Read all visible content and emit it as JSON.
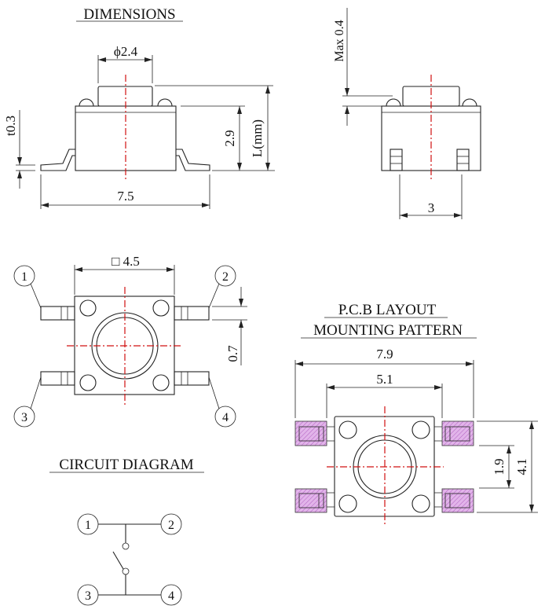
{
  "titles": {
    "dimensions": "DIMENSIONS",
    "circuit": "CIRCUIT DIAGRAM",
    "pcb_line1": "P.C.B  LAYOUT",
    "pcb_line2": "MOUNTING PATTERN"
  },
  "side_view": {
    "plunger_diameter": "ϕ2.4",
    "body_height": "2.9",
    "total_height": "L(mm)",
    "lead_thickness": "t0.3",
    "overall_width": "7.5"
  },
  "end_view": {
    "max_offset": "Max 0.4",
    "lead_spacing": "3"
  },
  "top_view": {
    "body_size": "□ 4.5",
    "lead_width": "0.7",
    "pins": [
      "1",
      "2",
      "3",
      "4"
    ]
  },
  "circuit": {
    "pins": [
      "1",
      "2",
      "3",
      "4"
    ]
  },
  "pcb": {
    "outer_width": "7.9",
    "inner_width": "5.1",
    "pad_gap": "1.9",
    "outer_height": "4.1",
    "pad_color": "#d9a3e3"
  }
}
